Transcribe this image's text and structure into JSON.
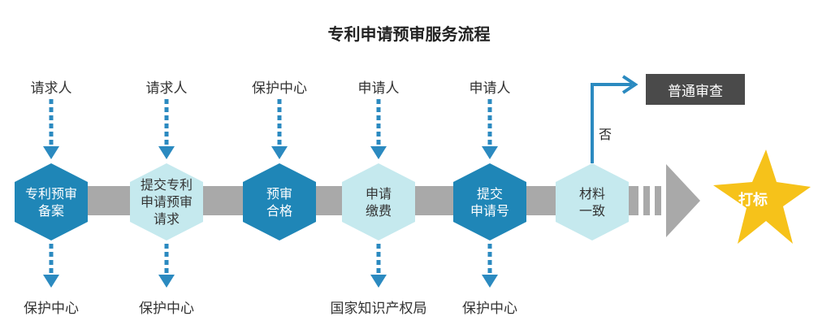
{
  "title": "专利申请预审服务流程",
  "colors": {
    "dark_hex": "#1f86b7",
    "light_hex": "#c5e9ee",
    "arrow_blue": "#2b8ac0",
    "bar_gray": "#a9a9a9",
    "star_yellow": "#f6c21a",
    "review_bg": "#4a4a4a"
  },
  "steps": [
    {
      "top_label": "请求人",
      "node": [
        "专利预审",
        "备案"
      ],
      "bottom_label": "保护中心",
      "style": "dark"
    },
    {
      "top_label": "请求人",
      "node": [
        "提交专利",
        "申请预审",
        "请求"
      ],
      "bottom_label": "保护中心",
      "style": "light"
    },
    {
      "top_label": "保护中心",
      "node": [
        "预审",
        "合格"
      ],
      "bottom_label": "",
      "style": "dark"
    },
    {
      "top_label": "申请人",
      "node": [
        "申请",
        "缴费"
      ],
      "bottom_label": "国家知识产权局",
      "style": "light"
    },
    {
      "top_label": "申请人",
      "node": [
        "提交",
        "申请号"
      ],
      "bottom_label": "保护中心",
      "style": "dark"
    },
    {
      "top_label": "",
      "node": [
        "材料",
        "一致"
      ],
      "bottom_label": "",
      "style": "light"
    }
  ],
  "branch": {
    "no_label": "否",
    "target": "普通审查"
  },
  "final": "打标"
}
